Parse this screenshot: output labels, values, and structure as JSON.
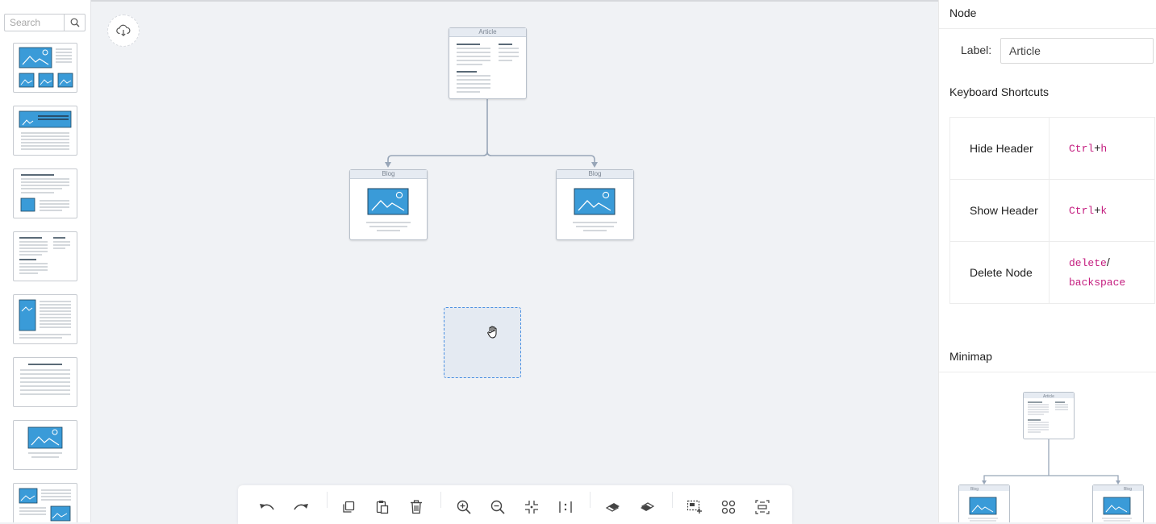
{
  "sidebar": {
    "search_placeholder": "Search",
    "templates": [
      {
        "name": "gallery-grid"
      },
      {
        "name": "hero-text"
      },
      {
        "name": "text-image"
      },
      {
        "name": "two-column-text"
      },
      {
        "name": "sidebar-image-text"
      },
      {
        "name": "text-only"
      },
      {
        "name": "single-image"
      },
      {
        "name": "mixed-images"
      }
    ]
  },
  "canvas": {
    "nodes": [
      {
        "id": "article",
        "label": "Article"
      },
      {
        "id": "blog-left",
        "label": "Blog"
      },
      {
        "id": "blog-right",
        "label": "Blog"
      }
    ]
  },
  "toolbar": {
    "buttons": [
      "undo-icon",
      "redo-icon",
      "copy-icon",
      "paste-icon",
      "delete-icon",
      "zoom-in-icon",
      "zoom-out-icon",
      "fit-view-icon",
      "actual-size-icon",
      "bring-front-icon",
      "send-back-icon",
      "multi-select-icon",
      "add-group-icon",
      "layout-icon"
    ]
  },
  "panel": {
    "node_title": "Node",
    "label_caption": "Label",
    "label_value": "Article",
    "shortcuts_title": "Keyboard Shortcuts",
    "shortcuts": [
      {
        "action": "Hide Header",
        "keys": [
          "Ctrl",
          "h"
        ],
        "sep": "+"
      },
      {
        "action": "Show Header",
        "keys": [
          "Ctrl",
          "k"
        ],
        "sep": "+"
      },
      {
        "action": "Delete Node",
        "keys": [
          "delete",
          "backspace"
        ],
        "sep": "/"
      }
    ],
    "minimap_title": "Minimap"
  },
  "colors": {
    "accent": "#1890ff",
    "image_fill": "#3a9bd8",
    "key_code": "#c41d7f",
    "edge": "#98a6b8"
  }
}
